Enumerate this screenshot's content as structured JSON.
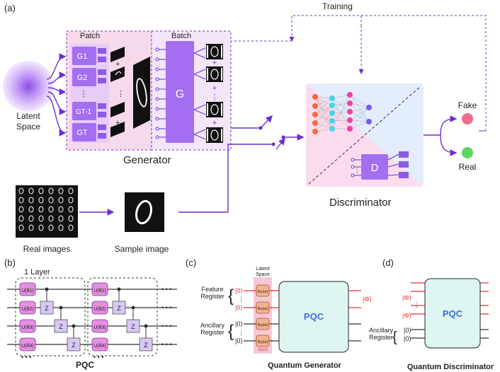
{
  "panel_labels": {
    "a": "(a)",
    "b": "(b)",
    "c": "(c)",
    "d": "(d)"
  },
  "training_label": "Training",
  "latent_space_label_1": "Latent",
  "latent_space_label_2": "Space",
  "generator": {
    "title": "Generator",
    "patch_label": "Patch",
    "batch_label": "Batch",
    "subgen_labels": [
      "G1",
      "G2",
      "⋮",
      "GT-1",
      "GT"
    ],
    "batch_gen_label": "G",
    "plus": "+"
  },
  "discriminator": {
    "title": "Discriminator",
    "quantum_label": "D"
  },
  "outputs": {
    "fake": "Fake",
    "real": "Real"
  },
  "real_images_label": "Real images",
  "sample_image_label": "Sample image",
  "pqc_panel": {
    "layer_label": "1 Layer",
    "gate_u": [
      "U(θ1)",
      "U(θ2)",
      "U(θ3)",
      "U(θ4)"
    ],
    "gate_z": "Z",
    "dots": "• • •",
    "caption": "PQC"
  },
  "quantum_generator": {
    "latent_1": "Latent",
    "latent_2": "Space",
    "feature_1": "Feature",
    "feature_2": "Register",
    "ancillary_1": "Ancillary",
    "ancillary_2": "Register",
    "ket0": "|0⟩",
    "rotation_gate": "Ry(αi)",
    "u_alpha": "U(αz)",
    "pqc": "PQC",
    "phi": "|Φ⟩",
    "caption": "Quantum Generator"
  },
  "quantum_discriminator": {
    "phi": "|Φ⟩",
    "ancillary_1": "Ancillary",
    "ancillary_2": "Register",
    "ket0": "|0⟩",
    "pqc": "PQC",
    "caption": "Quantum Discriminator"
  },
  "colors": {
    "purple": "#6a2fd6",
    "gen_pink": "#f7d9ec",
    "batch_purple": "#a36ef0",
    "disc_blue": "#e4ecfa",
    "pqc_fill": "#dff5f1",
    "fake": "#f26b8a",
    "real": "#5bd75b",
    "red_wire": "#e0303a"
  }
}
